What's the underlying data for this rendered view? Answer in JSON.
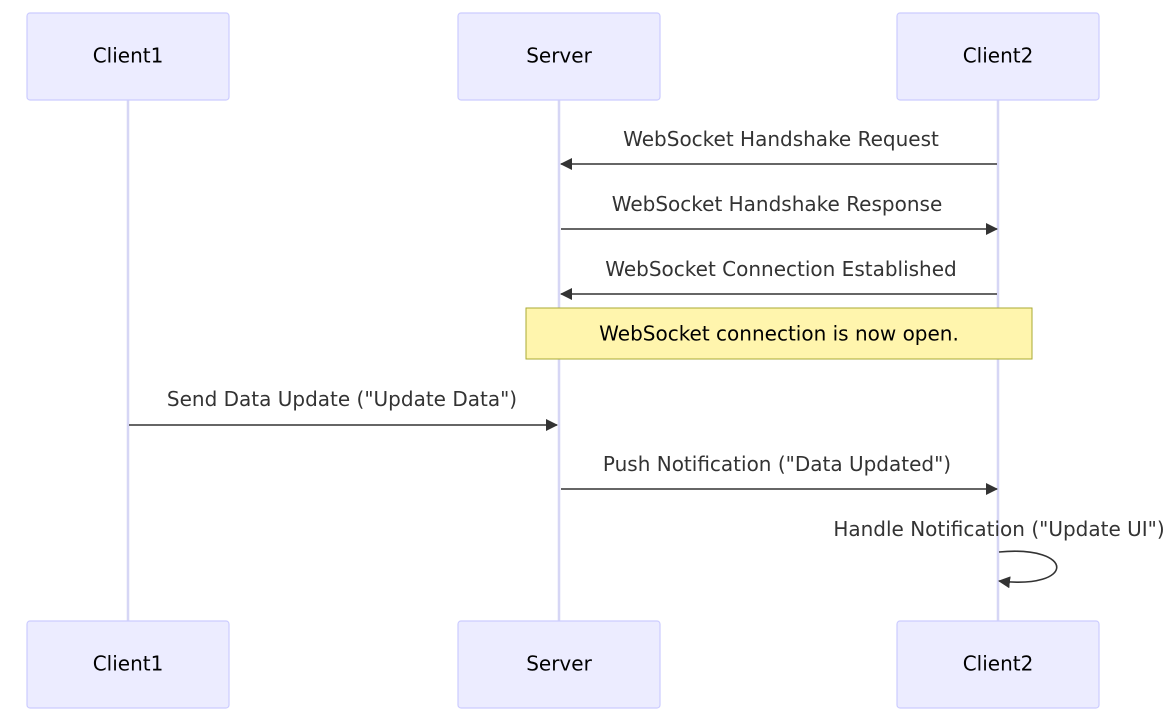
{
  "participants": {
    "client1": "Client1",
    "server": "Server",
    "client2": "Client2"
  },
  "messages": {
    "handshake_request": "WebSocket Handshake Request",
    "handshake_response": "WebSocket Handshake Response",
    "connection_established": "WebSocket Connection Established",
    "send_data_update": "Send Data Update (\"Update Data\")",
    "push_notification": "Push Notification (\"Data Updated\")",
    "handle_notification": "Handle Notification (\"Update UI\")"
  },
  "note": {
    "text": "WebSocket connection is now open."
  },
  "colors": {
    "actor_fill": "#ECECFF",
    "actor_border": "#CCCCFF",
    "lifeline": "#D6D6F5",
    "message_line": "#333333",
    "note_fill": "#FFF5AD",
    "note_border": "#AAAA33"
  }
}
